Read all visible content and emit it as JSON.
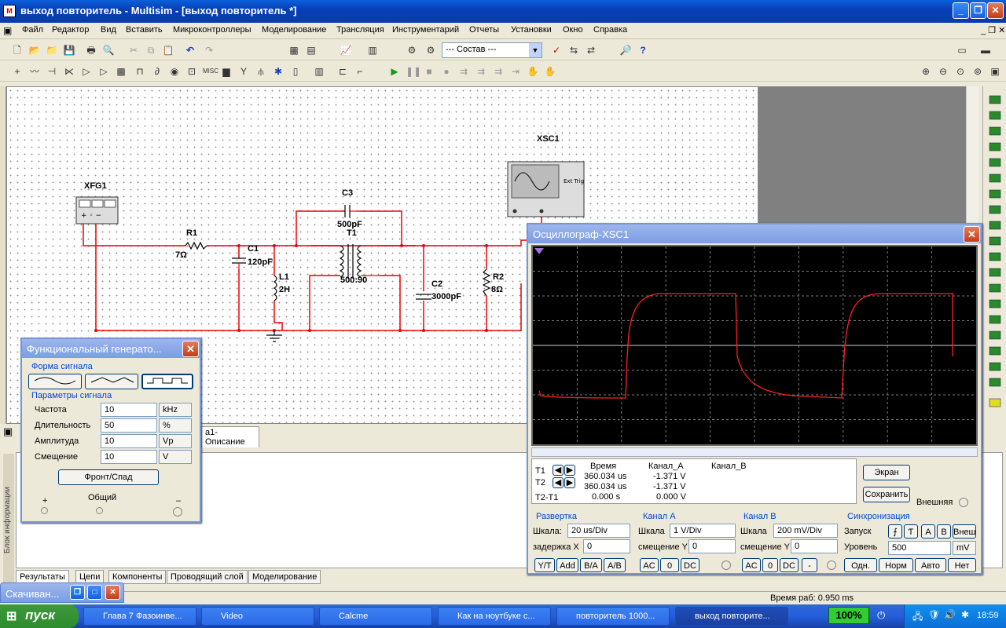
{
  "window": {
    "title": "выход повторитель - Multisim - [выход повторитель *]"
  },
  "menu": [
    "Файл",
    "Редактор",
    "Вид",
    "Вставить",
    "Микроконтроллеры",
    "Моделирование",
    "Трансляция",
    "Инструментарий",
    "Отчеты",
    "Установки",
    "Окно",
    "Справка"
  ],
  "toolbar": {
    "combo_value": "--- Состав ---"
  },
  "schematic": {
    "labels": [
      {
        "name": "xfg1",
        "text": "XFG1"
      },
      {
        "name": "xsc1",
        "text": "XSC1"
      },
      {
        "name": "r1",
        "text": "R1"
      },
      {
        "name": "r1-val",
        "text": "7Ω"
      },
      {
        "name": "c1",
        "text": "C1"
      },
      {
        "name": "c1-val",
        "text": "120pF"
      },
      {
        "name": "c3",
        "text": "C3"
      },
      {
        "name": "c3-val",
        "text": "500pF"
      },
      {
        "name": "t1",
        "text": "T1"
      },
      {
        "name": "t1-val",
        "text": "500:90"
      },
      {
        "name": "l1",
        "text": "L1"
      },
      {
        "name": "l1-val",
        "text": "2H"
      },
      {
        "name": "c2",
        "text": "C2"
      },
      {
        "name": "c2-val",
        "text": "3000pF"
      },
      {
        "name": "r2",
        "text": "R2"
      },
      {
        "name": "r2-val",
        "text": "8Ω"
      }
    ],
    "ext_trig": "Ext Trig"
  },
  "funcgen": {
    "title": "Функциональный генерато...",
    "wave_group": "Форма сигнала",
    "params_group": "Параметры сигнала",
    "params": [
      {
        "label": "Частота",
        "value": "10",
        "unit": "kHz"
      },
      {
        "label": "Длительность",
        "value": "50",
        "unit": "%"
      },
      {
        "label": "Амплитуда",
        "value": "10",
        "unit": "Vp"
      },
      {
        "label": "Смещение",
        "value": "10",
        "unit": "V"
      }
    ],
    "edge_button": "Фронт/Спад",
    "term_plus": "+",
    "term_common": "Общий",
    "term_minus": "–"
  },
  "scope": {
    "title": "Осциллограф-XSC1",
    "readout_headers": [
      "Время",
      "Канал_A",
      "Канал_B"
    ],
    "t1": {
      "label": "T1",
      "time": "360.034 us",
      "a": "-1.371 V",
      "b": ""
    },
    "t2": {
      "label": "T2",
      "time": "360.034 us",
      "a": "-1.371 V",
      "b": ""
    },
    "t2t1": {
      "label": "T2-T1",
      "time": "0.000 s",
      "a": "0.000 V",
      "b": ""
    },
    "btn_screen": "Экран",
    "btn_save": "Сохранить",
    "external": "Внешняя",
    "timebase": {
      "title": "Развертка",
      "scale_label": "Шкала:",
      "scale": "20 us/Div",
      "delay_label": "задержка X",
      "delay": "0",
      "modes": [
        "Y/T",
        "Add",
        "B/A",
        "A/B"
      ]
    },
    "chA": {
      "title": "Канал A",
      "scale_label": "Шкала",
      "scale": "1 V/Div",
      "offset_label": "смещение Y",
      "offset": "0",
      "modes": [
        "AC",
        "0",
        "DC"
      ]
    },
    "chB": {
      "title": "Канал B",
      "scale_label": "Шкала",
      "scale": "200 mV/Div",
      "offset_label": "смещение Y",
      "offset": "0",
      "modes": [
        "AC",
        "0",
        "DC",
        "-"
      ]
    },
    "sync": {
      "title": "Синхронизация",
      "start_label": "Запуск",
      "level_label": "Уровень",
      "level": "500",
      "level_unit": "mV",
      "src": [
        "A",
        "B",
        "Внеш"
      ],
      "modes": [
        "Одн.",
        "Норм",
        "Авто",
        "Нет"
      ]
    },
    "trace_color": "#ff2020"
  },
  "tabs_top": {
    "desc": "а1-Описание"
  },
  "bottom_tabs": [
    "Результаты",
    "Цепи",
    "Компоненты",
    "Проводящий слой",
    "Моделирование"
  ],
  "side_label": "Блок информации",
  "download": {
    "title": "Скачиван..."
  },
  "status": {
    "runtime": "Время раб: 0.950 ms"
  },
  "taskbar": {
    "start": "пуск",
    "tasks": [
      "Глава 7 Фазоинве...",
      "Video",
      "Calcme",
      "Как на ноутбуке с...",
      "повторитель 1000...",
      "выход повторите..."
    ],
    "battery": "100%",
    "clock": "18:59"
  }
}
